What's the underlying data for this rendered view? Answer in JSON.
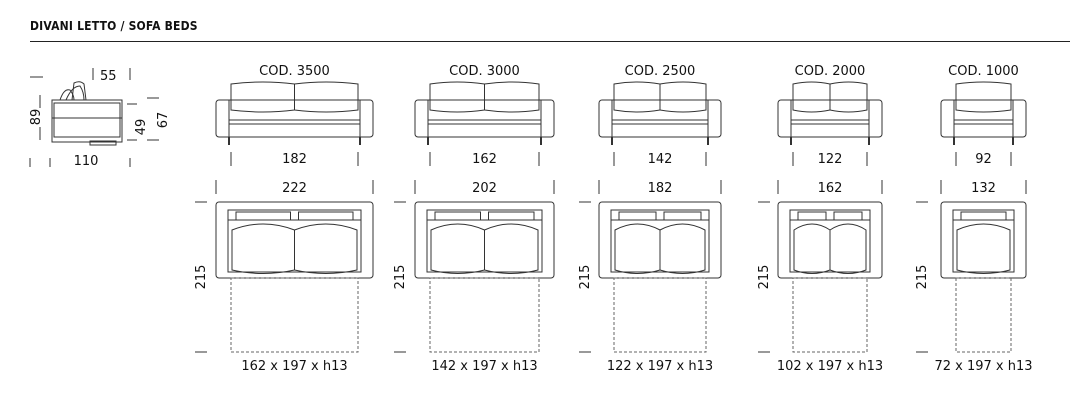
{
  "title": "DIVANI LETTO / SOFA BEDS",
  "side_view": {
    "top_depth": "55",
    "height": "89",
    "seat_height": "49",
    "arm_height": "67",
    "depth": "110"
  },
  "models": [
    {
      "code": "COD. 3500",
      "seat_width": "182",
      "overall_width": "222",
      "depth": "215",
      "mattress": "162 x 197 x h13",
      "seats": 2
    },
    {
      "code": "COD. 3000",
      "seat_width": "162",
      "overall_width": "202",
      "depth": "215",
      "mattress": "142 x 197 x h13",
      "seats": 2
    },
    {
      "code": "COD. 2500",
      "seat_width": "142",
      "overall_width": "182",
      "depth": "215",
      "mattress": "122 x 197 x h13",
      "seats": 2
    },
    {
      "code": "COD. 2000",
      "seat_width": "122",
      "overall_width": "162",
      "depth": "215",
      "mattress": "102 x 197 x h13",
      "seats": 2
    },
    {
      "code": "COD. 1000",
      "seat_width": "92",
      "overall_width": "132",
      "depth": "215",
      "mattress": "72 x 197 x h13",
      "seats": 1
    }
  ]
}
